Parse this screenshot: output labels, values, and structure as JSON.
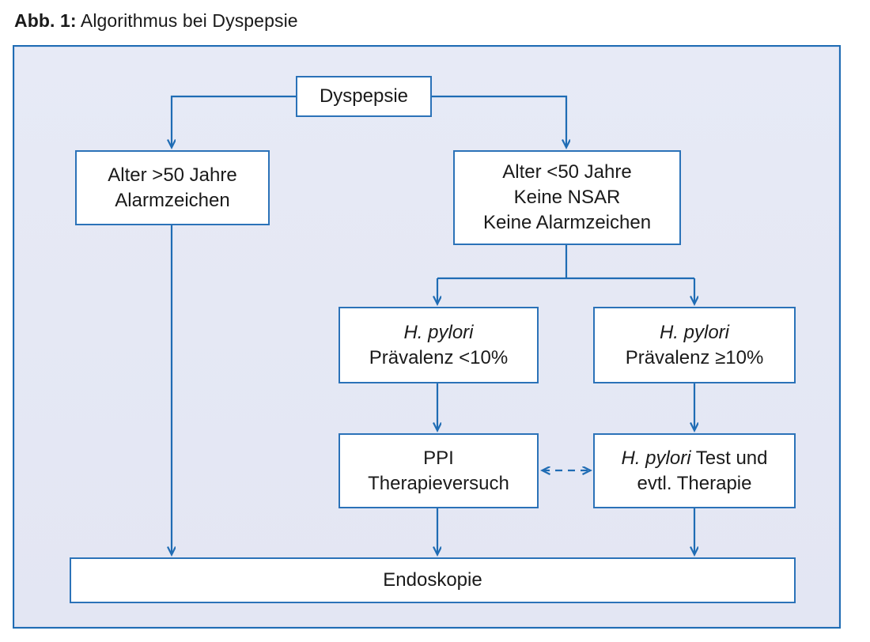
{
  "caption": {
    "label": "Abb. 1:",
    "text": "Algorithmus bei Dyspepsie"
  },
  "colors": {
    "panel_border": "#1f6cb4",
    "panel_background": "#e5e8f4",
    "node_border": "#2b72b8",
    "node_background": "#ffffff",
    "connector": "#1f6cb4",
    "text": "#1a1a1a"
  },
  "diagram": {
    "type": "flowchart",
    "title": "Algorithmus bei Dyspepsie",
    "nodes": [
      {
        "id": "dyspepsie",
        "lines": [
          "Dyspepsie"
        ],
        "italic_lines": []
      },
      {
        "id": "alter-over-50",
        "lines": [
          "Alter >50 Jahre",
          "Alarmzeichen"
        ],
        "italic_lines": []
      },
      {
        "id": "alter-under-50",
        "lines": [
          "Alter <50 Jahre",
          "Keine NSAR",
          "Keine Alarmzeichen"
        ],
        "italic_lines": []
      },
      {
        "id": "hp-prevalence-low",
        "lines": [
          "H. pylori",
          "Prävalenz <10%"
        ],
        "italic_lines": [
          0
        ]
      },
      {
        "id": "hp-prevalence-high",
        "lines": [
          "H. pylori",
          "Prävalenz ≥10%"
        ],
        "italic_lines": [
          0
        ]
      },
      {
        "id": "ppi-trial",
        "lines": [
          "PPI",
          "Therapieversuch"
        ],
        "italic_lines": []
      },
      {
        "id": "hp-test",
        "lines": [
          "H. pylori Test und",
          "evtl. Therapie"
        ],
        "italic_lines": []
      },
      {
        "id": "endoskopie",
        "lines": [
          "Endoskopie"
        ],
        "italic_lines": []
      }
    ],
    "edges": [
      {
        "from": "dyspepsie",
        "to": "alter-over-50",
        "style": "solid",
        "arrow": "single"
      },
      {
        "from": "dyspepsie",
        "to": "alter-under-50",
        "style": "solid",
        "arrow": "single"
      },
      {
        "from": "alter-under-50",
        "to": "hp-prevalence-low",
        "style": "solid",
        "arrow": "single"
      },
      {
        "from": "alter-under-50",
        "to": "hp-prevalence-high",
        "style": "solid",
        "arrow": "single"
      },
      {
        "from": "hp-prevalence-low",
        "to": "ppi-trial",
        "style": "solid",
        "arrow": "single"
      },
      {
        "from": "hp-prevalence-high",
        "to": "hp-test",
        "style": "solid",
        "arrow": "single"
      },
      {
        "from": "ppi-trial",
        "to": "hp-test",
        "style": "dashed",
        "arrow": "double"
      },
      {
        "from": "alter-over-50",
        "to": "endoskopie",
        "style": "solid",
        "arrow": "single"
      },
      {
        "from": "ppi-trial",
        "to": "endoskopie",
        "style": "solid",
        "arrow": "single"
      },
      {
        "from": "hp-test",
        "to": "endoskopie",
        "style": "solid",
        "arrow": "single"
      }
    ]
  },
  "node_text": {
    "dyspepsie_l1": "Dyspepsie",
    "alter_over_l1": "Alter >50 Jahre",
    "alter_over_l2": "Alarmzeichen",
    "alter_under_l1": "Alter <50 Jahre",
    "alter_under_l2": "Keine NSAR",
    "alter_under_l3": "Keine Alarmzeichen",
    "hp_low_l1": "H. pylori",
    "hp_low_l2": "Prävalenz <10%",
    "hp_high_l1": "H. pylori",
    "hp_high_l2": "Prävalenz ≥10%",
    "ppi_l1": "PPI",
    "ppi_l2": "Therapieversuch",
    "hp_test_l1_italic": "H. pylori",
    "hp_test_l1_rest": " Test und",
    "hp_test_l2": "evtl. Therapie",
    "endoskopie_l1": "Endoskopie"
  }
}
